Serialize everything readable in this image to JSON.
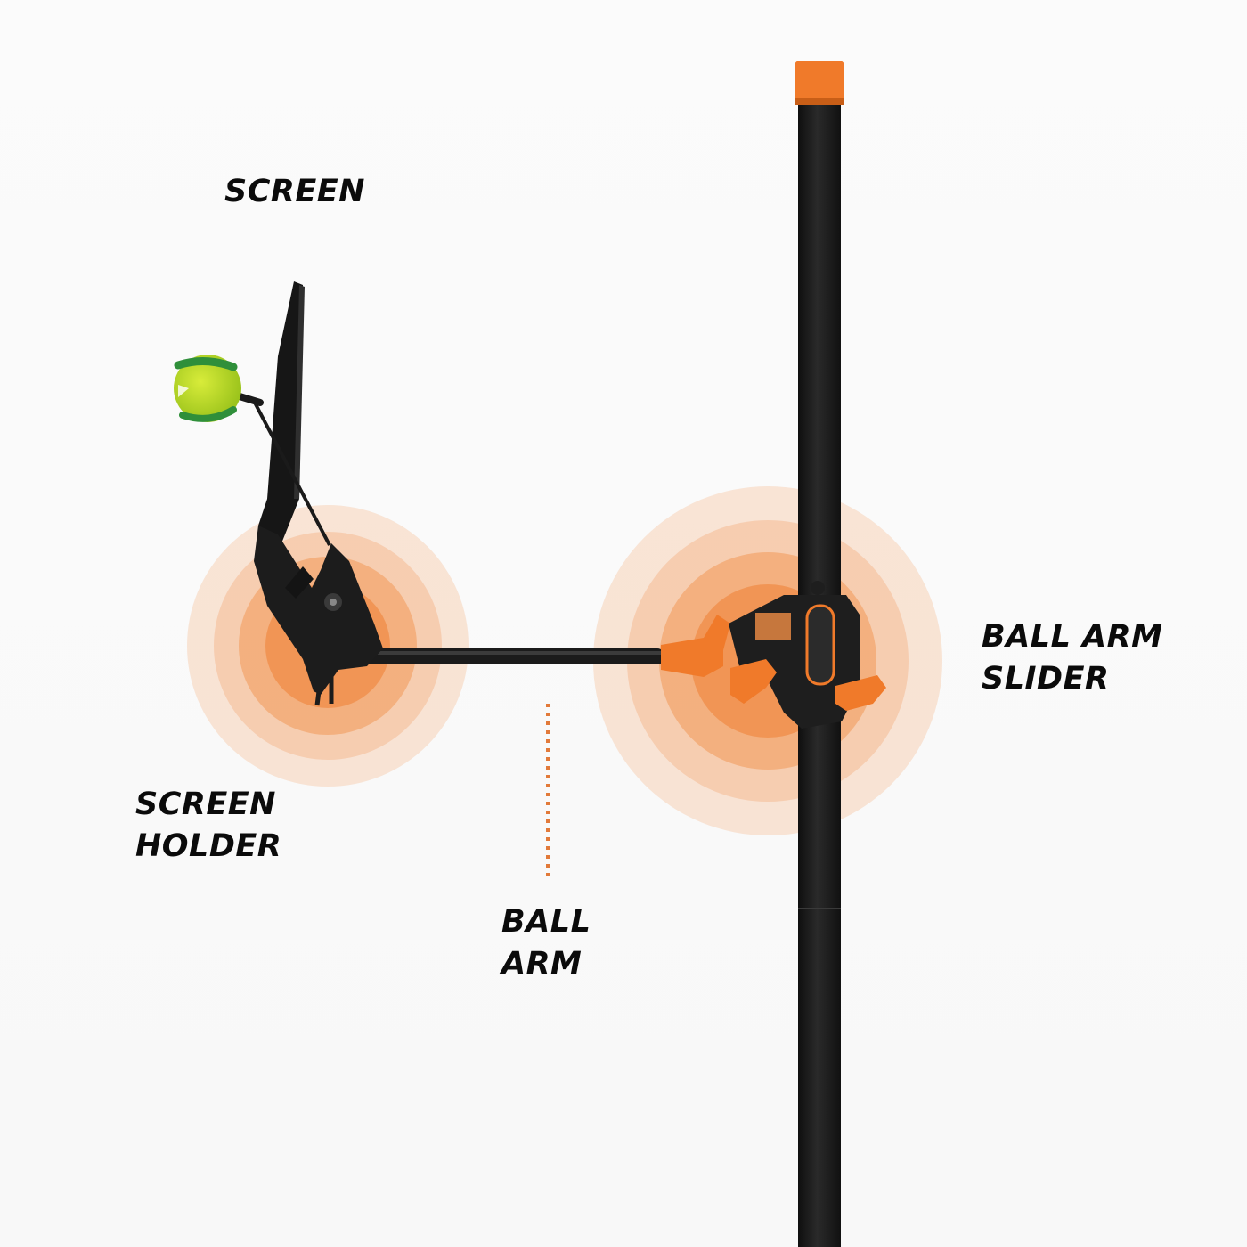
{
  "labels": {
    "screen": "SCREEN",
    "screen_holder_line1": "SCREEN",
    "screen_holder_line2": "HOLDER",
    "ball_arm_line1": "BALL",
    "ball_arm_line2": "ARM",
    "slider_line1": "BALL ARM",
    "slider_line2": "SLIDER"
  },
  "colors": {
    "accent_orange": "#f07a2a",
    "product_black": "#1b1b1b",
    "ball_green": "#b5d62a",
    "text": "#0b0b0b"
  },
  "icons": {
    "highlight": "concentric-orange-rings",
    "ball": "tennis-ball"
  }
}
